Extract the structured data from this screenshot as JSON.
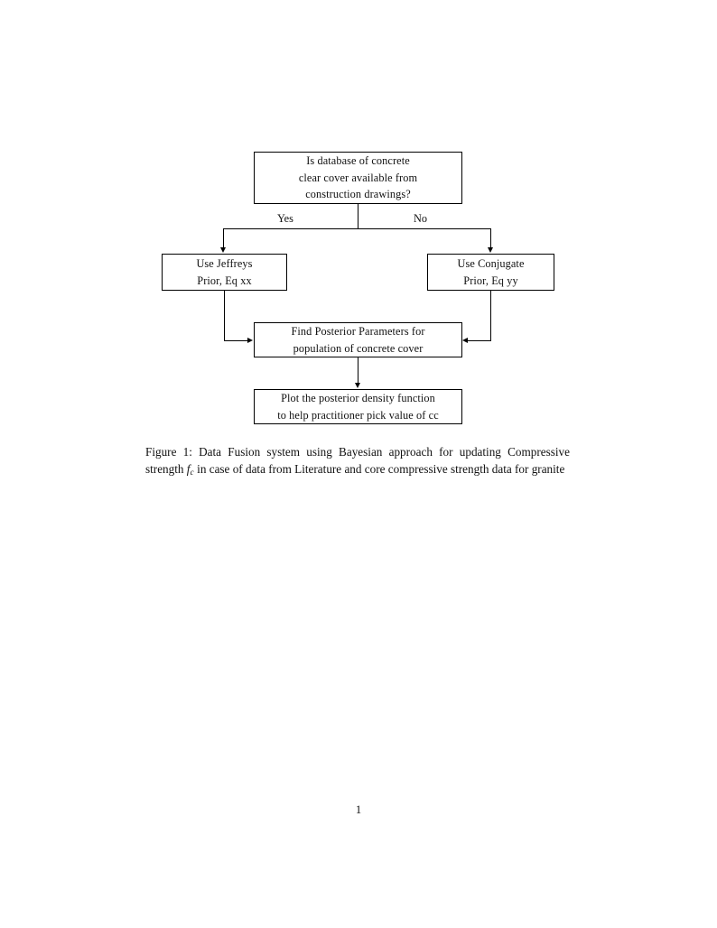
{
  "document": {
    "page_number": "1",
    "background_color": "#ffffff",
    "text_color": "#111111",
    "line_color": "#000000"
  },
  "figure": {
    "type": "flowchart",
    "nodes": [
      {
        "id": "question",
        "shape": "rectangle",
        "lines": [
          "Is database of concrete",
          "clear cover available from",
          "construction drawings?"
        ]
      },
      {
        "id": "jeffreys",
        "shape": "rectangle",
        "lines": [
          "Use Jeffreys",
          "Prior, Eq xx"
        ]
      },
      {
        "id": "conjugate",
        "shape": "rectangle",
        "lines": [
          "Use Conjugate",
          "Prior, Eq yy"
        ]
      },
      {
        "id": "posterior",
        "shape": "rectangle",
        "lines": [
          "Find Posterior Parameters for",
          "population of concrete cover"
        ]
      },
      {
        "id": "plot",
        "shape": "rectangle",
        "lines": [
          "Plot the posterior density function",
          "to help practitioner pick value of cc"
        ]
      }
    ],
    "edge_labels": {
      "yes": "Yes",
      "no": "No"
    },
    "edges": [
      {
        "from": "question",
        "to": "jeffreys",
        "label": "Yes"
      },
      {
        "from": "question",
        "to": "conjugate",
        "label": "No"
      },
      {
        "from": "jeffreys",
        "to": "posterior",
        "label": ""
      },
      {
        "from": "conjugate",
        "to": "posterior",
        "label": ""
      },
      {
        "from": "posterior",
        "to": "plot",
        "label": ""
      }
    ]
  },
  "caption": {
    "label": "Figure 1:",
    "text_before_math": " Data Fusion system using Bayesian approach for updating Compressive strength ",
    "math_base": "f",
    "math_sub": "c",
    "text_after_math": " in case of data from Literature and core compressive strength data for granite",
    "full_text": "Figure 1: Data Fusion system using Bayesian approach for updating Compressive strength f_c in case of data from Literature and core compressive strength data for granite"
  }
}
